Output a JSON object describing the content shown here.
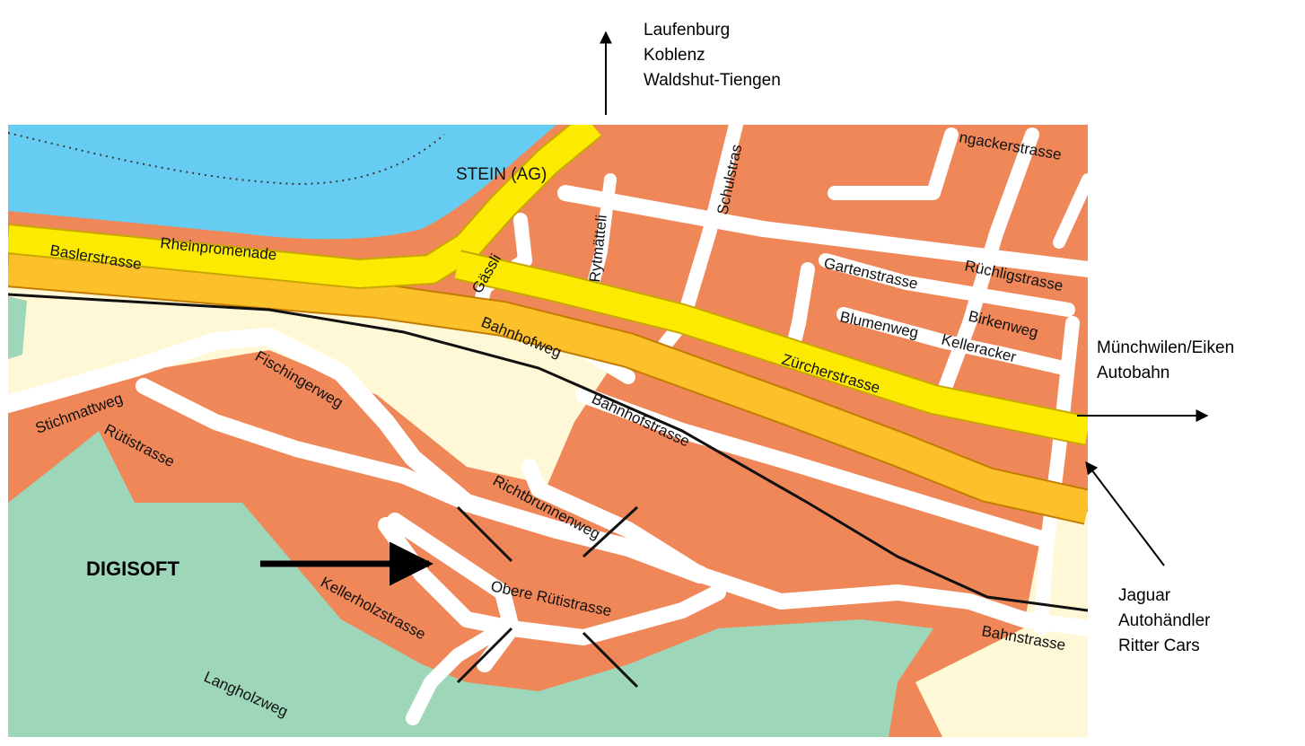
{
  "map": {
    "colors": {
      "water": "#66ccf2",
      "built_area": "#ef8759",
      "open_land": "#fff8d6",
      "forest": "#9dd6b8",
      "main_road": "#fdea02",
      "road_casing": "#c8a800",
      "secondary_road": "#fcc02a",
      "local_road": "#ffffff",
      "railway": "#111111"
    },
    "place_label": "STEIN (AG)",
    "streets": {
      "rheinpromenade": "Rheinpromenade",
      "baslerstrasse": "Baslerstrasse",
      "gassli": "Gässli",
      "rytmatteli": "Rytmätteli",
      "schulstrasse": "Schulstras",
      "langackerstrasse": "ngackerstrasse",
      "gartenstrasse": "Gartenstrasse",
      "ruchligstrasse": "Rüchligstrasse",
      "blumenweg": "Blumenweg",
      "birkenweg": "Birkenweg",
      "kelleracker": "Kelleracker",
      "bahnhofweg": "Bahnhofweg",
      "zurcherstrasse": "Zürcherstrasse",
      "bahnhofstrasse": "Bahnhofstrasse",
      "fischingerweg": "Fischingerweg",
      "stichmattweg": "Stichmattweg",
      "rutistrasse": "Rütistrasse",
      "richtbrunnenweg": "Richtbrunnenweg",
      "obere_rutistrasse": "Obere Rütistrasse",
      "kellerholzstrasse": "Kellerholzstrasse",
      "langholzweg": "Langholzweg",
      "bahnstrasse": "Bahnstrasse"
    }
  },
  "annotations": {
    "north": [
      "Laufenburg",
      "Koblenz",
      "Waldshut-Tiengen"
    ],
    "east": [
      "Münchwilen/Eiken",
      "Autobahn"
    ],
    "southeast": [
      "Jaguar",
      "Autohändler",
      "Ritter Cars"
    ],
    "marker_label": "DIGISOFT"
  }
}
